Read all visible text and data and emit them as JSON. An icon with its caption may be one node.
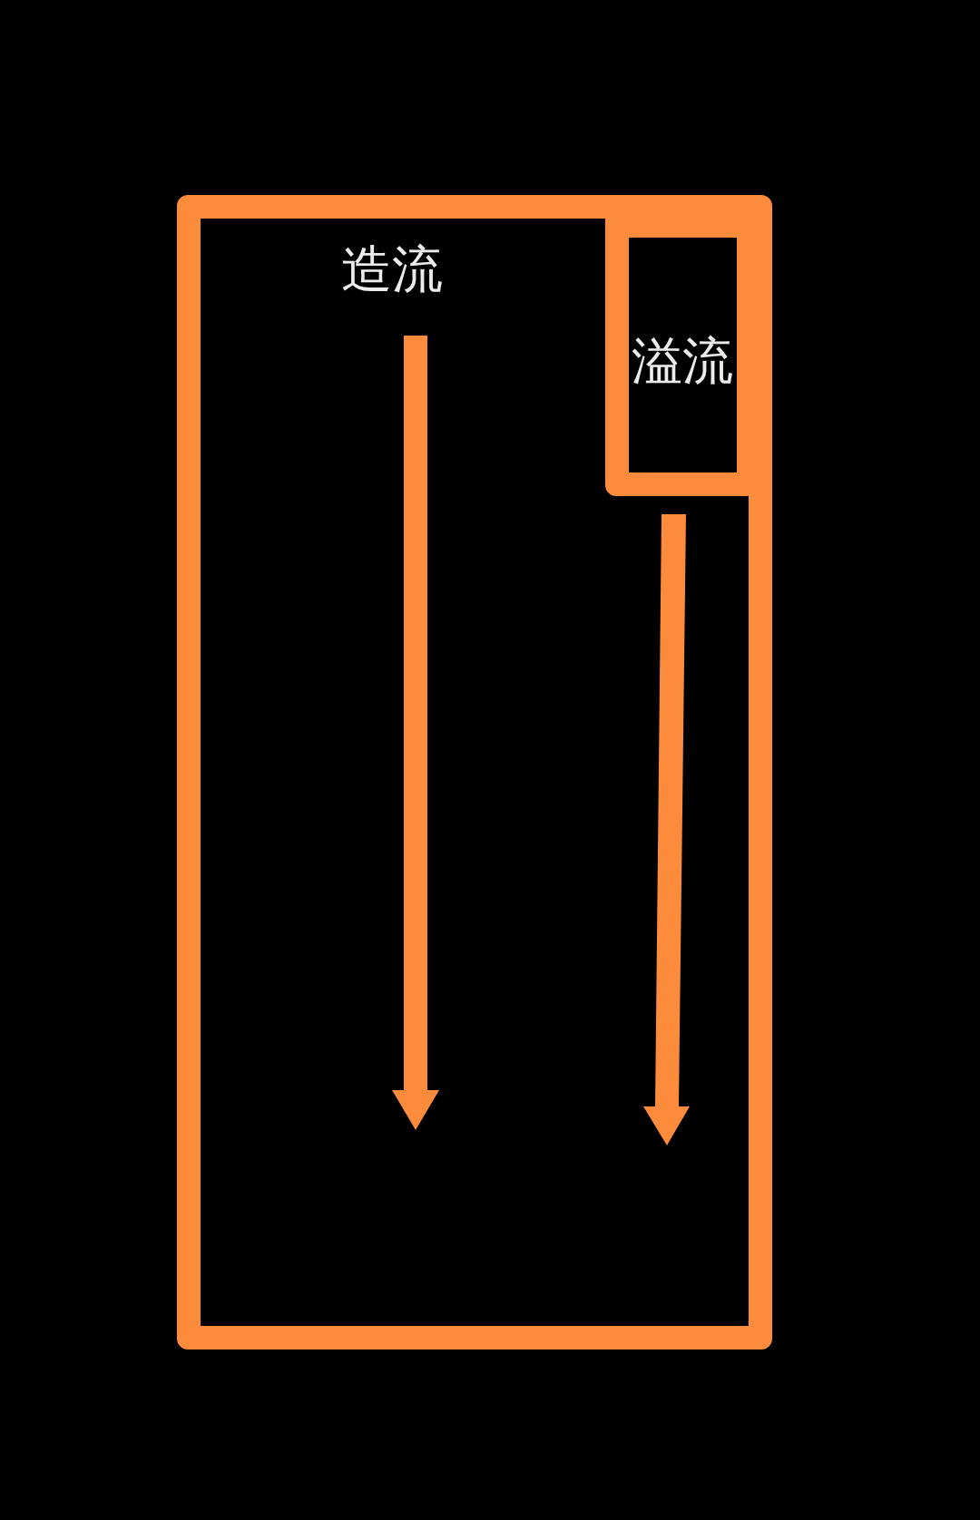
{
  "diagram": {
    "nodes": [
      {
        "text": [
          "造流"
        ]
      },
      {
        "text": [
          "溢流"
        ],
        "in": 0
      }
    ]
  }
}
